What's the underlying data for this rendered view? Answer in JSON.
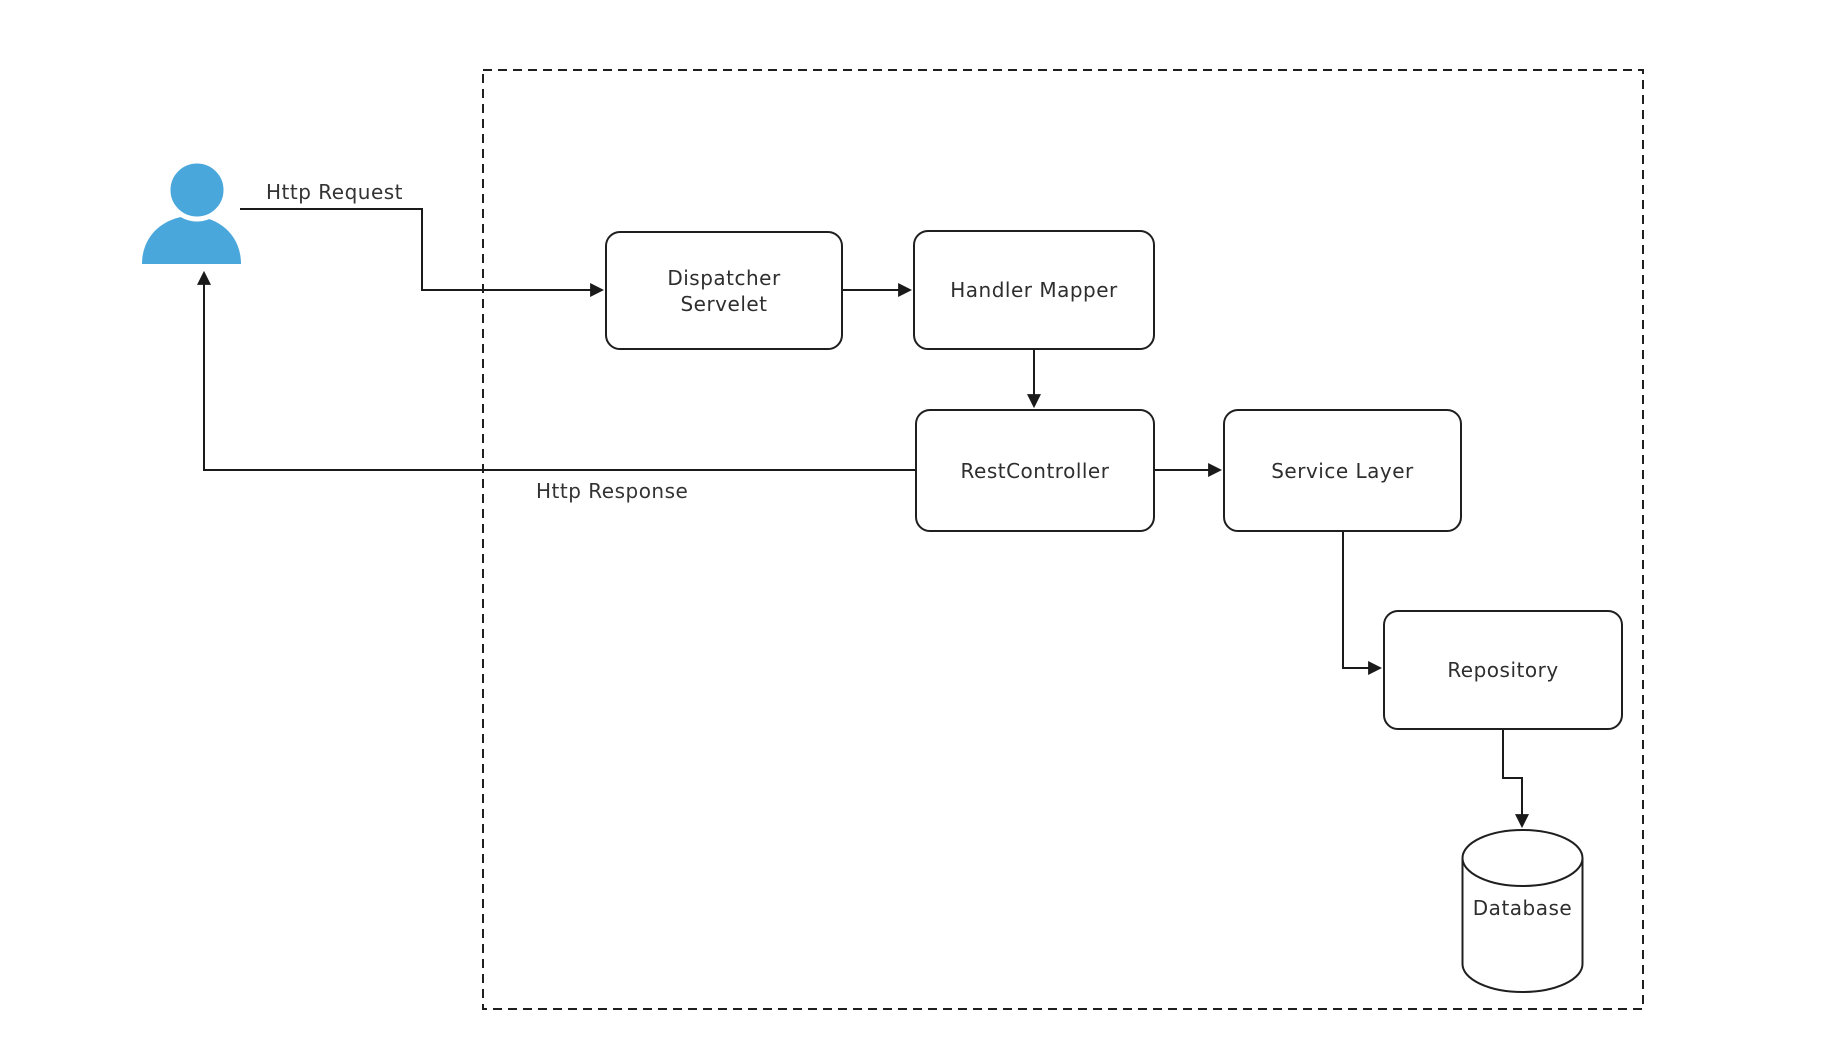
{
  "diagram": {
    "type": "architecture-flow",
    "background_color": "#ffffff",
    "stroke_color": "#1f1f1f",
    "actor_color": "#4aa7dc",
    "boundary": {
      "style": "dashed",
      "color": "#1f1f1f"
    },
    "icons": {
      "actor": "user-icon",
      "database": "database-cylinder-icon"
    },
    "edge_labels": {
      "request": "Http Request",
      "response": "Http Response"
    },
    "nodes": {
      "dispatcher": {
        "label": "Dispatcher Servelet"
      },
      "handler": {
        "label": "Handler Mapper"
      },
      "rest": {
        "label": "RestController"
      },
      "service": {
        "label": "Service Layer"
      },
      "repository": {
        "label": "Repository"
      },
      "database": {
        "label": "Database"
      }
    },
    "flow": [
      "User",
      "Dispatcher Servelet",
      "Handler Mapper",
      "RestController",
      "Service Layer",
      "Repository",
      "Database"
    ]
  }
}
